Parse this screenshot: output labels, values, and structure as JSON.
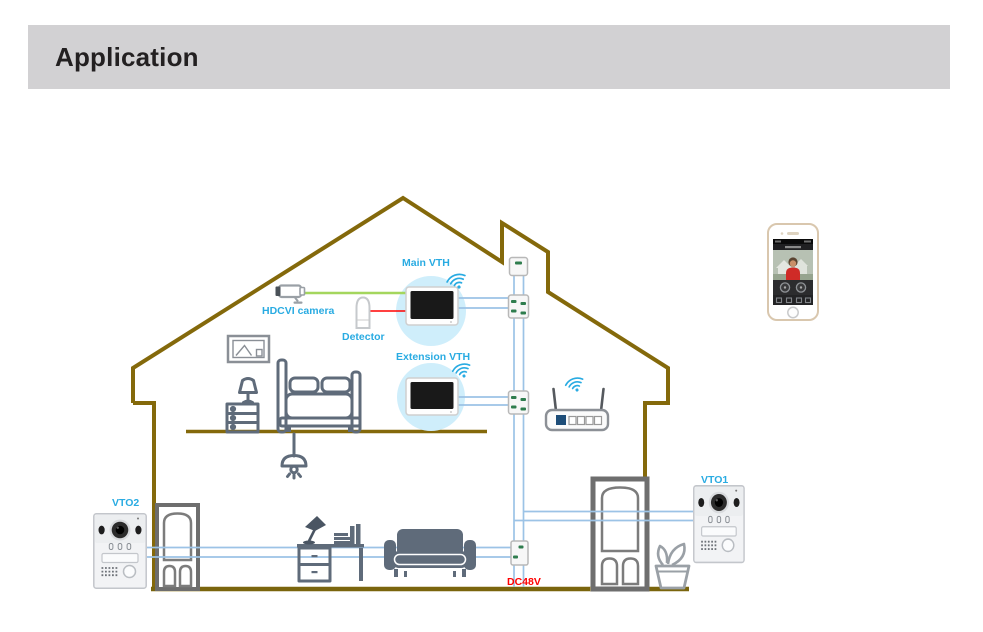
{
  "header": {
    "title": "Application"
  },
  "diagram": {
    "labels": {
      "main_vth": "Main VTH",
      "extension_vth": "Extension VTH",
      "hdcvi_camera": "HDCVI camera",
      "detector": "Detector",
      "vto1": "VTO1",
      "vto2": "VTO2",
      "power": "DC48V"
    },
    "icons": {
      "wifi": "wifi-icon",
      "camera": "bullet-camera-icon",
      "detector": "pir-detector-icon",
      "router": "wireless-router-icon",
      "monitor": "vth-monitor-icon",
      "door_station": "vto-door-station-icon",
      "smartphone": "smartphone-app-icon"
    },
    "colors": {
      "accent_blue": "#29abe2",
      "banner_bg": "#d2d1d3",
      "house_outline": "#84690b",
      "ground_dark": "#7a650d",
      "ground_tan": "#c8b267",
      "cable_blue": "#9cc3e6",
      "camera_cable_green": "#a4d65d",
      "detector_cable_red": "#ff0000",
      "vth_halo_blue": "#cfeefb",
      "furniture_gray": "#5f6b7a"
    }
  }
}
